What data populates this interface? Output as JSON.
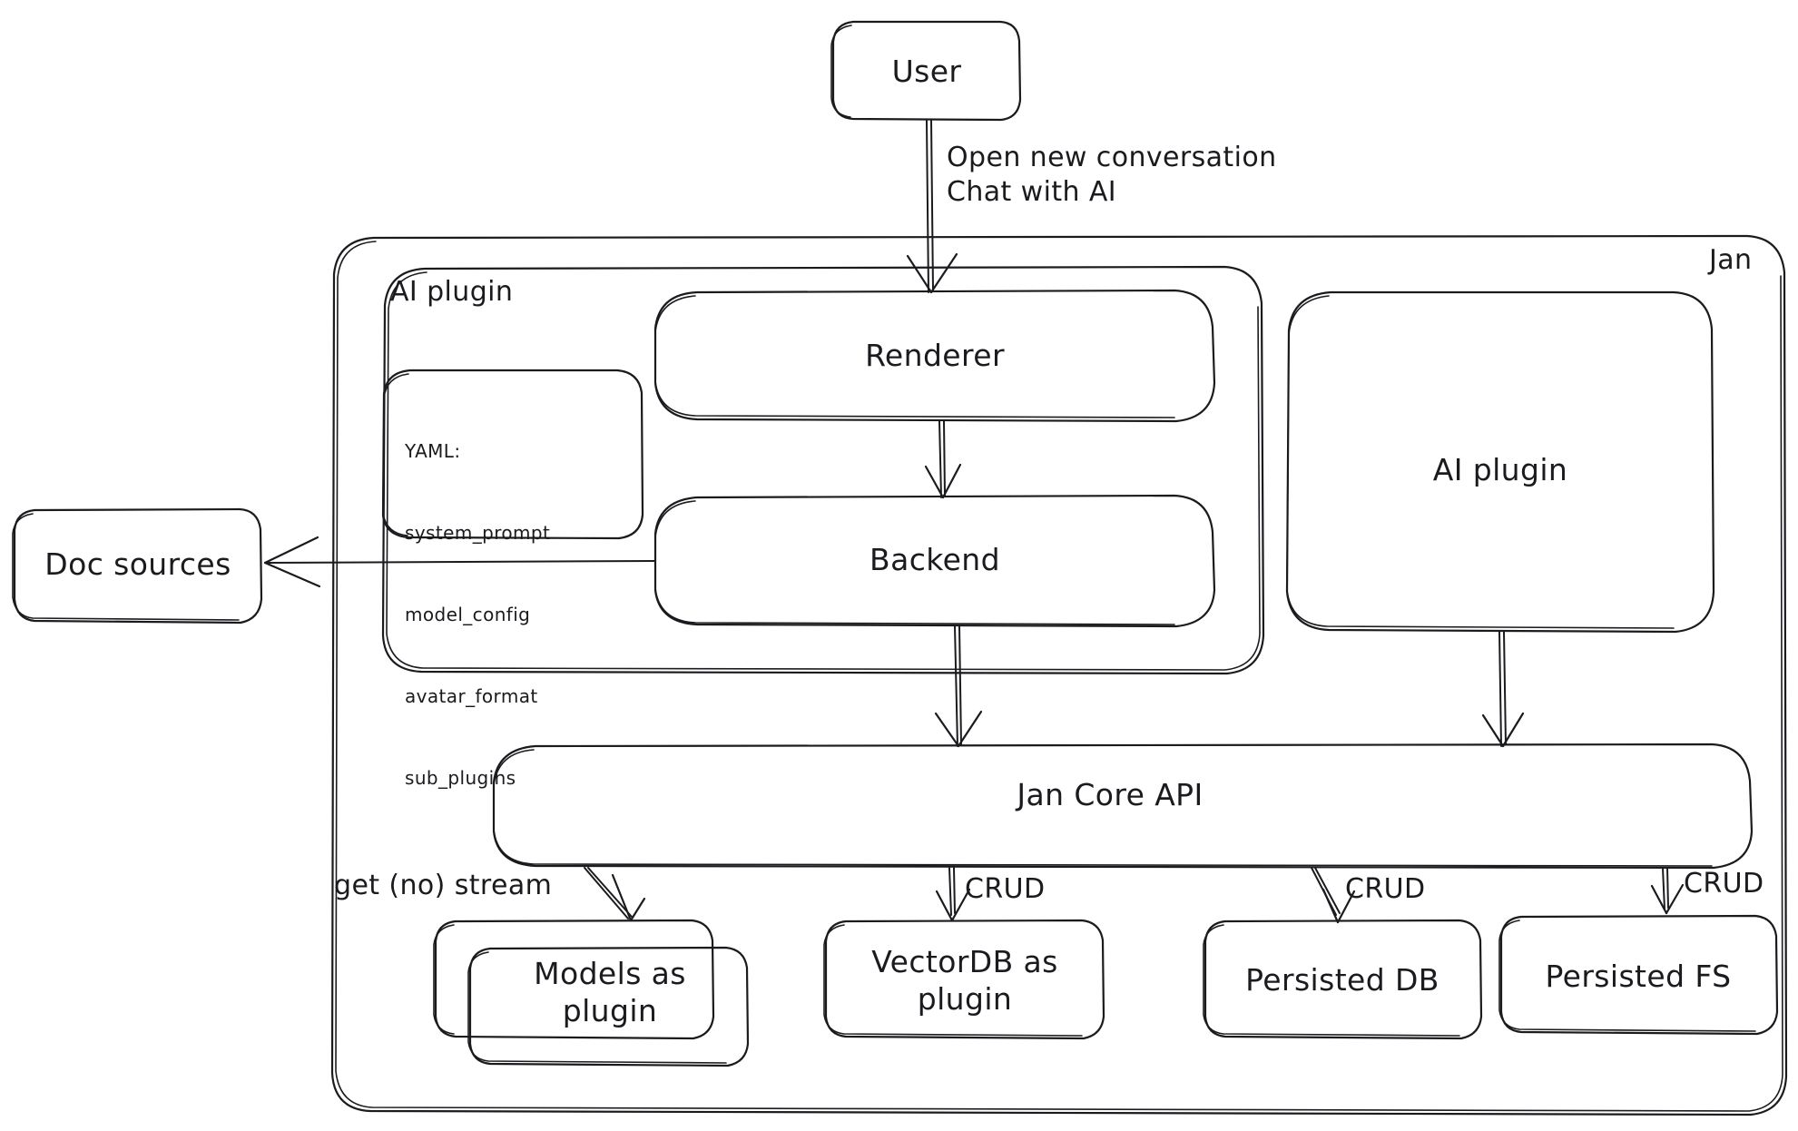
{
  "diagram": {
    "title": "Jan architecture diagram",
    "style": "hand-drawn sketch",
    "stroke_color": "#1b1b1f",
    "background_color": "#ffffff",
    "containers": [
      {
        "id": "jan",
        "label": "Jan"
      },
      {
        "id": "ai-plugin-group",
        "label": "AI plugin"
      }
    ],
    "nodes": {
      "user": "User",
      "renderer": "Renderer",
      "backend": "Backend",
      "ai_plugin_right": "AI plugin",
      "doc_sources": "Doc sources",
      "jan_core_api": "Jan Core API",
      "models_outer": "",
      "models_as_plugin": "Models as\nplugin",
      "vectordb_as_plugin": "VectorDB as\nplugin",
      "persisted_db": "Persisted DB",
      "persisted_fs": "Persisted FS"
    },
    "yaml_note": {
      "header": "YAML:",
      "items": [
        "system_prompt",
        "model_config",
        "avatar_format",
        "sub_plugins"
      ]
    },
    "edge_labels": {
      "user_to_renderer": "Open new conversation\nChat with AI",
      "api_to_models": "get (no) stream",
      "api_to_vectordb": "CRUD",
      "api_to_db": "CRUD",
      "api_to_fs": "CRUD"
    }
  }
}
